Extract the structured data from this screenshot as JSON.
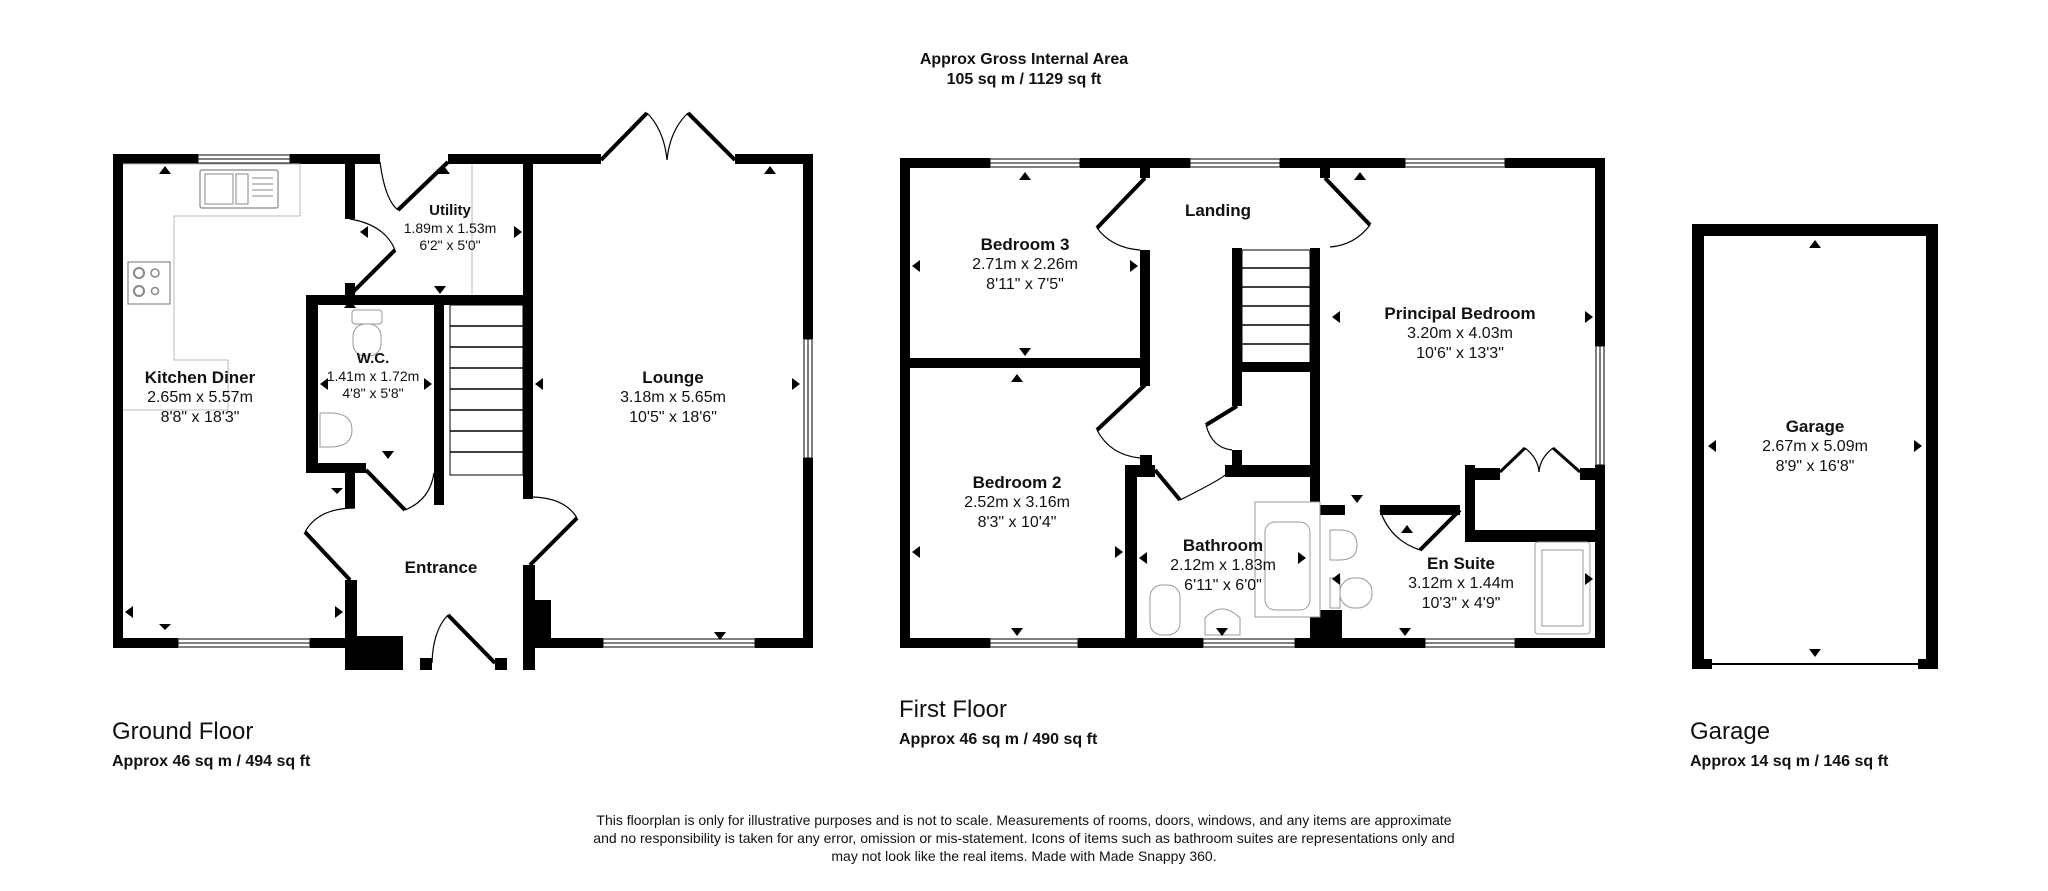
{
  "header": {
    "gross_title": "Approx Gross Internal Area",
    "gross_area": "105 sq m / 1129 sq ft"
  },
  "floors": [
    {
      "id": "ground",
      "title": "Ground Floor",
      "area": "Approx 46 sq m / 494 sq ft",
      "rooms": [
        {
          "name": "Kitchen Diner",
          "metric": "2.65m x 5.57m",
          "imperial": "8'8\" x 18'3\""
        },
        {
          "name": "Utility",
          "metric": "1.89m x 1.53m",
          "imperial": "6'2\" x 5'0\""
        },
        {
          "name": "W.C.",
          "metric": "1.41m x 1.72m",
          "imperial": "4'8\" x 5'8\""
        },
        {
          "name": "Lounge",
          "metric": "3.18m x 5.65m",
          "imperial": "10'5\" x 18'6\""
        },
        {
          "name": "Entrance",
          "metric": "",
          "imperial": ""
        }
      ]
    },
    {
      "id": "first",
      "title": "First Floor",
      "area": "Approx 46 sq m / 490 sq ft",
      "rooms": [
        {
          "name": "Bedroom 3",
          "metric": "2.71m x 2.26m",
          "imperial": "8'11\" x 7'5\""
        },
        {
          "name": "Landing",
          "metric": "",
          "imperial": ""
        },
        {
          "name": "Principal Bedroom",
          "metric": "3.20m x 4.03m",
          "imperial": "10'6\" x 13'3\""
        },
        {
          "name": "Bedroom 2",
          "metric": "2.52m x 3.16m",
          "imperial": "8'3\" x 10'4\""
        },
        {
          "name": "Bathroom",
          "metric": "2.12m x 1.83m",
          "imperial": "6'11\" x 6'0\""
        },
        {
          "name": "En Suite",
          "metric": "3.12m x 1.44m",
          "imperial": "10'3\" x 4'9\""
        }
      ]
    },
    {
      "id": "garage",
      "title": "Garage",
      "area": "Approx 14 sq m / 146 sq ft",
      "rooms": [
        {
          "name": "Garage",
          "metric": "2.67m x 5.09m",
          "imperial": "8'9\" x 16'8\""
        }
      ]
    }
  ],
  "footer": {
    "disclaimer_line1": "This floorplan is only for illustrative purposes and is not to scale. Measurements of rooms, doors, windows, and any items are approximate",
    "disclaimer_line2": "and no responsibility is taken for any error, omission or mis-statement. Icons of items such as bathroom suites are representations only and",
    "disclaimer_line3": "may not look like the real items. Made with Made Snappy 360."
  },
  "icons": {
    "dimension_marker": "triangle-arrow",
    "sink": "kitchen-sink",
    "hob": "hob",
    "toilet": "toilet",
    "basin": "wash-basin",
    "bath": "bath",
    "shower": "shower-tray",
    "stairs": "staircase",
    "door": "door-swing",
    "window": "window"
  },
  "colors": {
    "wall": "#000000",
    "fixture": "#999999",
    "background": "#ffffff"
  }
}
